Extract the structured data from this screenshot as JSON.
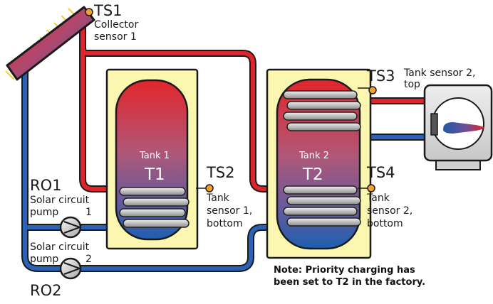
{
  "sensors": {
    "ts1": {
      "id": "TS1",
      "desc_line1": "Collector",
      "desc_line2": "sensor  1"
    },
    "ts2": {
      "id": "TS2",
      "desc_line1": "Tank",
      "desc_line2": "sensor 1,",
      "desc_line3": "bottom"
    },
    "ts3": {
      "id": "TS3",
      "desc_line1": "Tank sensor 2,",
      "desc_line2": "top"
    },
    "ts4": {
      "id": "TS4",
      "desc_line1": "Tank",
      "desc_line2": "sensor 2,",
      "desc_line3": "bottom"
    }
  },
  "tanks": {
    "t1": {
      "name": "Tank 1",
      "code": "T1"
    },
    "t2": {
      "name": "Tank 2",
      "code": "T2"
    }
  },
  "pumps": {
    "ro1": {
      "id": "RO1",
      "desc_line1": "Solar circuit",
      "desc_line2": "pump",
      "desc_num": "1"
    },
    "ro2": {
      "id": "RO2",
      "desc_line1": "Solar circuit",
      "desc_line2": "pump",
      "desc_num": "2"
    }
  },
  "note": {
    "line1": "Note: Priority charging has",
    "line2": "been set to T2 in the factory."
  },
  "colors": {
    "hot_pipe": "#e0242b",
    "cold_pipe": "#1f5aa8",
    "tank_panel": "#fbf6b0",
    "sensor": "#f5a02a"
  }
}
